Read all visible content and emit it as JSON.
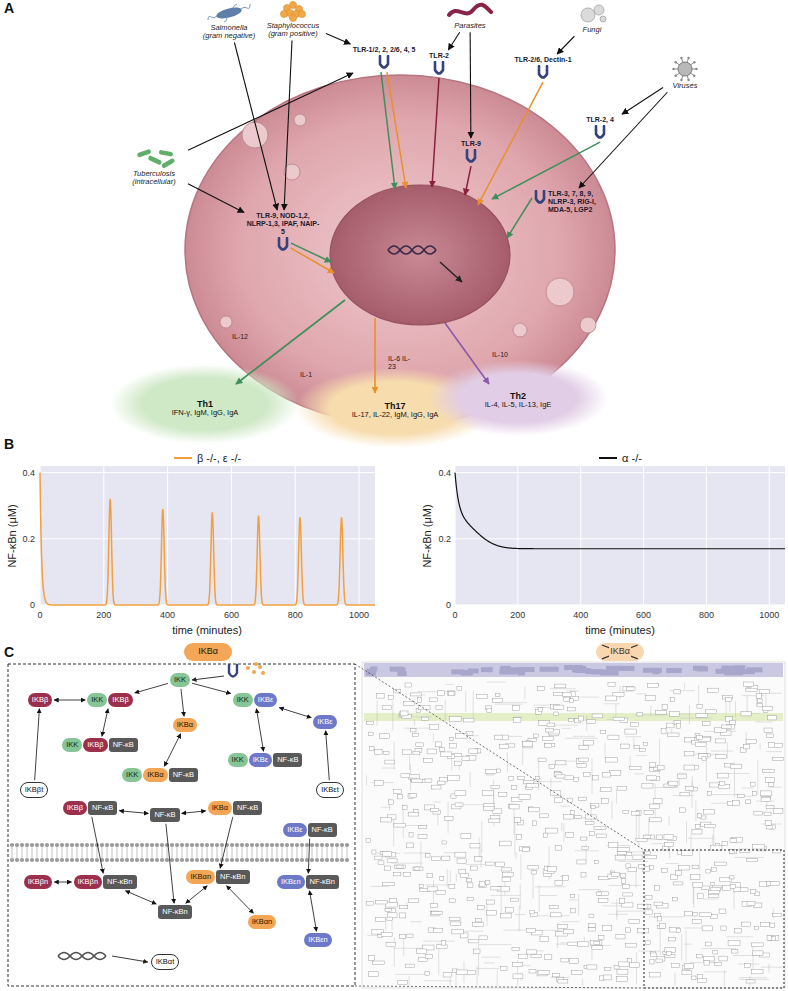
{
  "diagram": {
    "nodes": [
      {
        "text": [
          "Salmonella (gram negative)"
        ]
      },
      {
        "text": [
          "Staphylococcus (gram positive)"
        ]
      },
      {
        "text": [
          "Parasites"
        ]
      },
      {
        "text": [
          "Fungi"
        ]
      },
      {
        "text": [
          "TLR-1/2, 2, 2/6, 4, 5"
        ]
      },
      {
        "text": [
          "TLR-2"
        ]
      },
      {
        "text": [
          "TLR-2/6, Dectin-1"
        ]
      },
      {
        "text": [
          "Viruses"
        ]
      },
      {
        "text": [
          "TLR-2, 4"
        ]
      },
      {
        "text": [
          "Tuberculosis (intracellular)"
        ]
      },
      {
        "text": [
          "TLR-9"
        ]
      },
      {
        "text": [
          "TLR-3, 7, 8, 9, NLRP-3, RIG-I, MDA-5, LGP2"
        ]
      },
      {
        "text": [
          "TLR-9, NOD-1,2, NLRP-1,3, IPAF, NAIP-5"
        ]
      },
      {
        "text": [
          "Th1",
          "IFN-γ, IgM, IgG, IgA"
        ]
      },
      {
        "text": [
          "Th17",
          "IL-17, IL-22, IgM, IgG, IgA"
        ]
      },
      {
        "text": [
          "Th2",
          "IL-4, IL-5, IL-13, IgE"
        ]
      },
      {
        "text": [
          "IKBα"
        ]
      },
      {
        "text": [
          "IKBα"
        ]
      },
      {
        "text": [
          "IKK"
        ]
      },
      {
        "text": [
          "IKBβ"
        ]
      },
      {
        "text": [
          "IKK",
          "IKBβ"
        ]
      },
      {
        "text": [
          "IKK",
          "IKBε"
        ]
      },
      {
        "text": [
          "IKBε"
        ]
      },
      {
        "text": [
          "IKK",
          "IKBβ",
          "NF-κB"
        ]
      },
      {
        "text": [
          "IKBα"
        ]
      },
      {
        "text": [
          "IKK",
          "IKBα",
          "NF-κB"
        ]
      },
      {
        "text": [
          "IKK",
          "IKBε",
          "NF-κB"
        ]
      },
      {
        "text": [
          "IKBβt"
        ]
      },
      {
        "text": [
          "IKBεt"
        ]
      },
      {
        "text": [
          "IKBβ",
          "NF-κB"
        ]
      },
      {
        "text": [
          "NF-κB"
        ]
      },
      {
        "text": [
          "IKBα",
          "NF-κB"
        ]
      },
      {
        "text": [
          "IKBε",
          "NF-κB"
        ]
      },
      {
        "text": [
          "IKBβn"
        ]
      },
      {
        "text": [
          "IKBβn",
          "NF-κBn"
        ]
      },
      {
        "text": [
          "NF-κBn"
        ]
      },
      {
        "text": [
          "IKBαn",
          "NF-κBn"
        ]
      },
      {
        "text": [
          "IKBαn"
        ]
      },
      {
        "text": [
          "IKBεn",
          "NF-κBn"
        ]
      },
      {
        "text": [
          "IKBεn"
        ]
      },
      {
        "text": [
          "IKBαt"
        ]
      }
    ],
    "edges": [
      {
        "from": 0,
        "to": 12,
        "arrow": "to"
      },
      {
        "from": 1,
        "to": 4,
        "arrow": "to"
      },
      {
        "from": 1,
        "to": 12,
        "arrow": "to"
      },
      {
        "from": 9,
        "to": 4,
        "arrow": "to"
      },
      {
        "from": 9,
        "to": 12,
        "arrow": "to"
      },
      {
        "from": 2,
        "to": 5,
        "arrow": "to"
      },
      {
        "from": 2,
        "to": 10,
        "arrow": "to"
      },
      {
        "from": 3,
        "to": 6,
        "arrow": "to"
      },
      {
        "from": 7,
        "to": 8,
        "arrow": "to"
      },
      {
        "from": 7,
        "to": 11,
        "arrow": "to"
      },
      {
        "from": 18,
        "to": 20,
        "arrow": "to"
      },
      {
        "from": 18,
        "to": 21,
        "arrow": "to"
      },
      {
        "from": 18,
        "to": 24,
        "arrow": "to"
      },
      {
        "from": 19,
        "to": 20,
        "arrow": "both"
      },
      {
        "from": 21,
        "to": 22,
        "arrow": "both"
      },
      {
        "from": 20,
        "to": 23,
        "arrow": "both"
      },
      {
        "from": 24,
        "to": 25,
        "arrow": "both"
      },
      {
        "from": 21,
        "to": 26,
        "arrow": "both"
      },
      {
        "from": 27,
        "to": 19,
        "arrow": "to"
      },
      {
        "from": 28,
        "to": 22,
        "arrow": "to"
      },
      {
        "from": 29,
        "to": 30,
        "arrow": "both"
      },
      {
        "from": 30,
        "to": 31,
        "arrow": "both"
      },
      {
        "from": 29,
        "to": 34,
        "arrow": "to"
      },
      {
        "from": 30,
        "to": 35,
        "arrow": "to"
      },
      {
        "from": 31,
        "to": 36,
        "arrow": "to"
      },
      {
        "from": 32,
        "to": 38,
        "arrow": "to"
      },
      {
        "from": 33,
        "to": 34,
        "arrow": "both"
      },
      {
        "from": 34,
        "to": 35,
        "arrow": "both"
      },
      {
        "from": 35,
        "to": 36,
        "arrow": "both"
      },
      {
        "from": 36,
        "to": 37,
        "arrow": "both"
      },
      {
        "from": 38,
        "to": 39,
        "arrow": "both"
      }
    ],
    "labels": [
      "A",
      "IL-12",
      "IL-1",
      "IL-6 IL-23",
      "IL-10",
      "B",
      "NF-κBn (μM)",
      "0.4",
      "0.2",
      "0",
      "0",
      "200",
      "400",
      "600",
      "800",
      "1000",
      "time (minutes)",
      "NF-κBn (μM)",
      "0.4",
      "0.2",
      "0",
      "0",
      "200",
      "400",
      "600",
      "800",
      "1000",
      "time (minutes)",
      "C"
    ],
    "legend": [
      {
        "text": "β -/-, ε -/-"
      },
      {
        "text": "α -/-"
      }
    ]
  }
}
